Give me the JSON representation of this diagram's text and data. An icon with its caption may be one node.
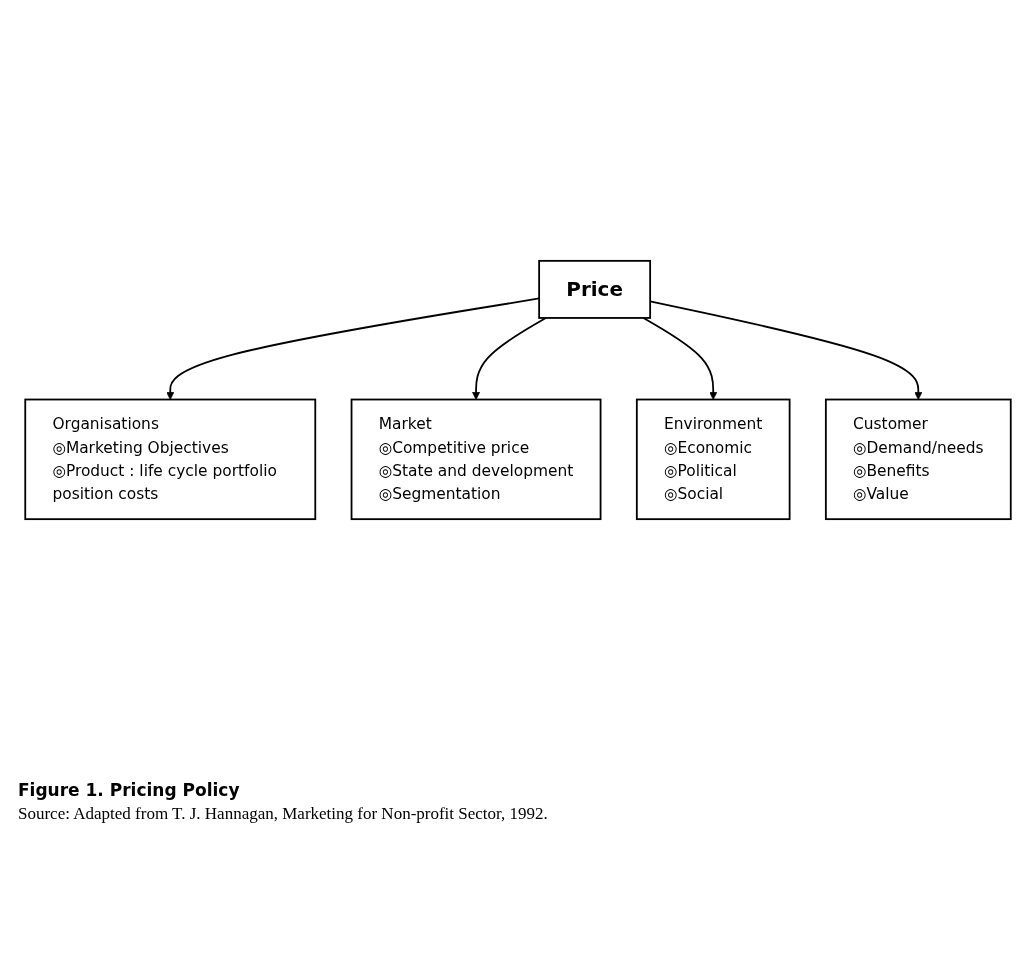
{
  "diagram": {
    "caption": "Figure 1. Pricing Policy",
    "nodes": [
      {
        "text": [
          "Organisations",
          "◎Marketing Objectives",
          "◎Product : life cycle portfolio position costs"
        ]
      },
      {
        "text": [
          "Market",
          "◎Competitive price",
          "◎State and development",
          "◎Segmentation"
        ]
      },
      {
        "text": [
          "Price"
        ]
      },
      {
        "text": [
          "Environment",
          "◎Economic",
          "◎Political",
          "◎Social"
        ]
      },
      {
        "text": [
          "Customer",
          "◎Demand/needs",
          "◎Benefits",
          "◎Value"
        ]
      }
    ],
    "edges": [
      {
        "from": 2,
        "to": 0,
        "arrow": "to"
      },
      {
        "from": 2,
        "to": 1,
        "arrow": "to"
      },
      {
        "from": 2,
        "to": 3,
        "arrow": "to"
      },
      {
        "from": 2,
        "to": 4,
        "arrow": "to"
      }
    ],
    "labels": [
      "Source: Adapted from T. J. Hannagan, Marketing for Non-profit Sector, 1992."
    ]
  }
}
